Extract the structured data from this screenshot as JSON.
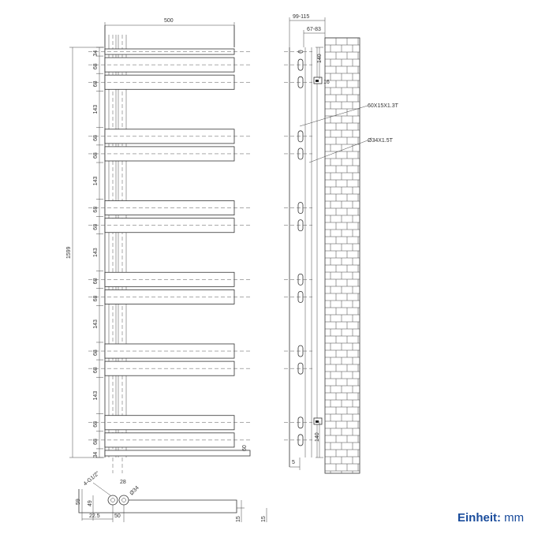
{
  "front": {
    "width_label": "500",
    "height_label": "1599",
    "right_label": "60",
    "side_labels": [
      "34",
      "68",
      "68",
      "143",
      "68",
      "68",
      "143",
      "68",
      "68",
      "143",
      "68",
      "68",
      "143",
      "68",
      "68",
      "143",
      "68",
      "68",
      "34"
    ]
  },
  "side": {
    "depth_label": "99-115",
    "inner_depth_label": "67-83",
    "top_label": "140",
    "bracket_label": "16",
    "tube1_label": "60X15X1.3T",
    "tube2_label": "Ø34X1.5T",
    "bottom_label": "140",
    "foot_label": "5"
  },
  "bottom": {
    "thread_label": "4-G1/2\"",
    "gap_label": "28",
    "pipe_label": "Ø34",
    "h1_label": "59",
    "h2_label": "49",
    "offset_label": "22.5",
    "spacing_label": "50",
    "height_label": "15",
    "height2_label": "15"
  },
  "unit": {
    "key": "Einheit:",
    "value": "mm"
  }
}
